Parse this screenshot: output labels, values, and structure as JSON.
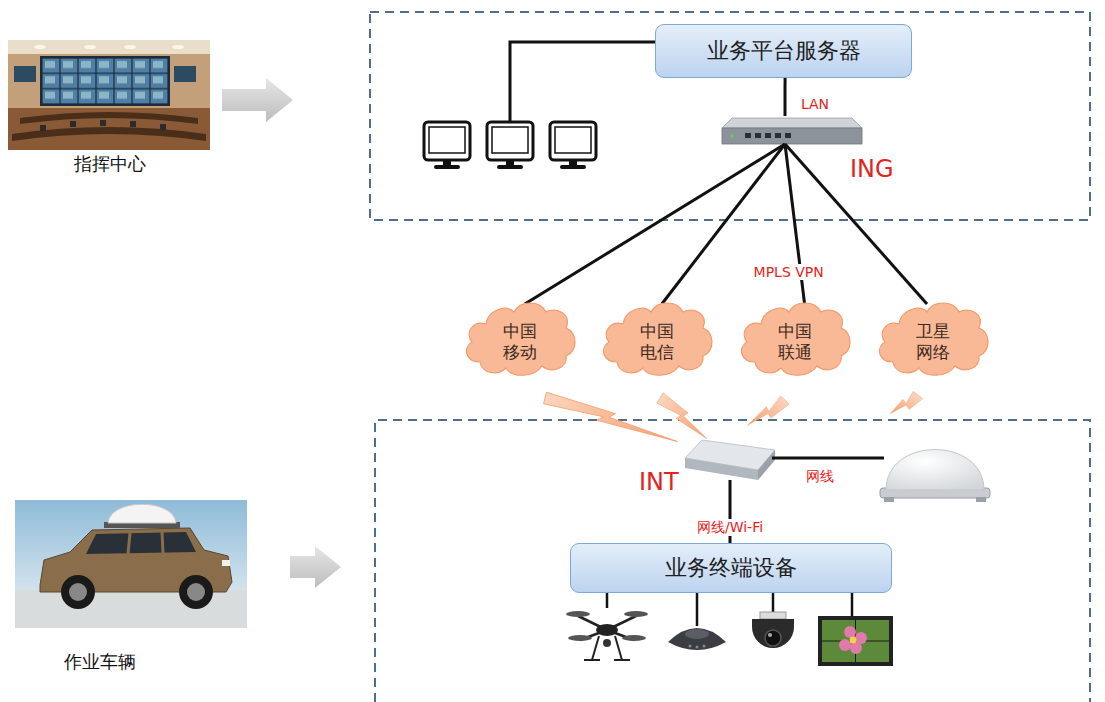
{
  "diagram": {
    "nodes": [
      {
        "text": [
          "指挥中心"
        ]
      },
      {
        "text": [
          "业务平台服务器"
        ]
      },
      {
        "text": [
          "ING"
        ]
      },
      {
        "text": [
          "中国 移动"
        ]
      },
      {
        "text": [
          "中国 电信"
        ]
      },
      {
        "text": [
          "中国 联通"
        ]
      },
      {
        "text": [
          "卫星 网络"
        ]
      },
      {
        "text": [
          "INT"
        ]
      },
      {
        "text": [
          "业务终端设备"
        ]
      },
      {
        "text": [
          "作业车辆"
        ]
      }
    ],
    "edges": [
      {
        "from": 1,
        "to": 2,
        "arrow": "none",
        "label": "LAN"
      },
      {
        "from": 2,
        "to": 3,
        "arrow": "none"
      },
      {
        "from": 2,
        "to": 4,
        "arrow": "none"
      },
      {
        "from": 2,
        "to": 5,
        "arrow": "none",
        "label": "MPLS VPN"
      },
      {
        "from": 2,
        "to": 6,
        "arrow": "none"
      },
      {
        "from": 7,
        "to": 8,
        "arrow": "none",
        "label": "网线/Wi-Fi"
      }
    ],
    "labels": [
      "网线"
    ]
  }
}
